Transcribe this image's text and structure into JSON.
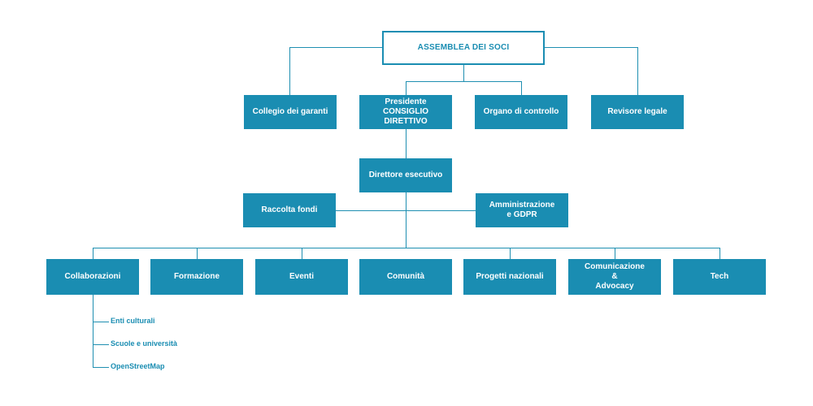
{
  "root": {
    "label": "ASSEMBLEA DEI SOCI"
  },
  "level1": [
    {
      "label": "Collegio dei garanti"
    },
    {
      "label": "Presidente\nCONSIGLIO DIRETTIVO"
    },
    {
      "label": "Organo di controllo"
    },
    {
      "label": "Revisore legale"
    }
  ],
  "director": {
    "label": "Direttore esecutivo"
  },
  "staff": [
    {
      "label": "Raccolta fondi"
    },
    {
      "label": "Amministrazione\ne GDPR"
    }
  ],
  "departments": [
    {
      "label": "Collaborazioni"
    },
    {
      "label": "Formazione"
    },
    {
      "label": "Eventi"
    },
    {
      "label": "Comunità"
    },
    {
      "label": "Progetti nazionali"
    },
    {
      "label": "Comunicazione\n&\nAdvocacy"
    },
    {
      "label": "Tech"
    }
  ],
  "collaborations_sub": [
    {
      "label": "Enti culturali"
    },
    {
      "label": "Scuole e università"
    },
    {
      "label": "OpenStreetMap"
    }
  ],
  "colors": {
    "box": "#1a8db2",
    "line": "#1f8fb1",
    "text_on_box": "#ffffff"
  }
}
